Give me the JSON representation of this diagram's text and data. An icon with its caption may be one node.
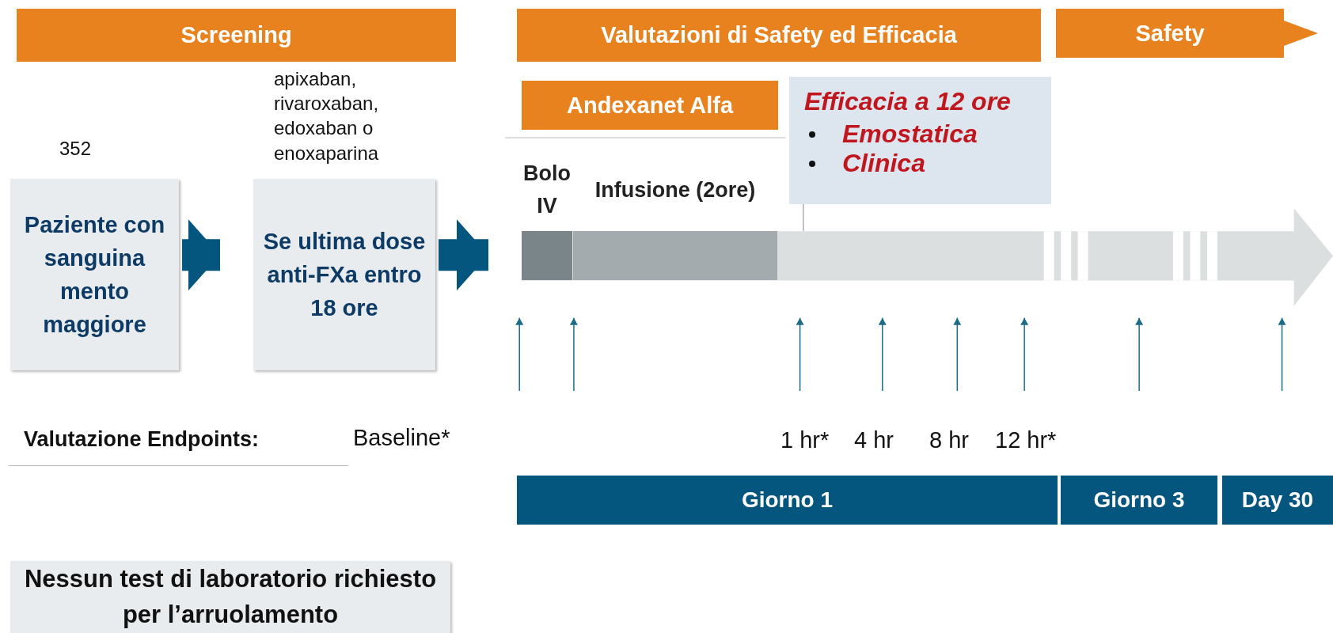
{
  "diagram": {
    "nodes": [
      {
        "text": [
          "Screening"
        ]
      },
      {
        "text": [
          "Valutazioni di Safety ed Efficacia"
        ]
      },
      {
        "text": [
          "Safety"
        ]
      },
      {
        "text": [
          "Andexanet Alfa"
        ]
      },
      {
        "text": [
          "Efficacia a 12 ore",
          "Emostatica",
          "Clinica"
        ]
      },
      {
        "text": [
          "Paziente con sanguina mento maggiore"
        ],
        "beside": [
          "352"
        ]
      },
      {
        "text": [
          "Se ultima dose anti-FXa entro 18 ore"
        ],
        "beside": [
          "apixaban, rivaroxaban, edoxaban o enoxaparina"
        ]
      },
      {
        "text": [],
        "shape": "bar"
      },
      {
        "text": [
          "Bolo IV"
        ]
      },
      {
        "text": [
          "Infusione (2ore)"
        ]
      },
      {
        "text": [
          "Giorno 1"
        ]
      },
      {
        "text": [
          "Giorno 3"
        ]
      },
      {
        "text": [
          "Day 30"
        ]
      },
      {
        "text": [
          "Nessun test di laboratorio richiesto per l’arruolamento"
        ]
      }
    ],
    "edges": [
      {
        "from": 5,
        "to": 6,
        "arrow": "to"
      },
      {
        "from": 6,
        "to": 7,
        "arrow": "to"
      },
      {
        "from": 4,
        "to": 7,
        "arrow": "none",
        "color": "#999999"
      }
    ],
    "labels": [
      "Valutazione Endpoints:",
      "Baseline*",
      "1 hr*",
      "4 hr",
      "8 hr",
      "12 hr*"
    ]
  }
}
